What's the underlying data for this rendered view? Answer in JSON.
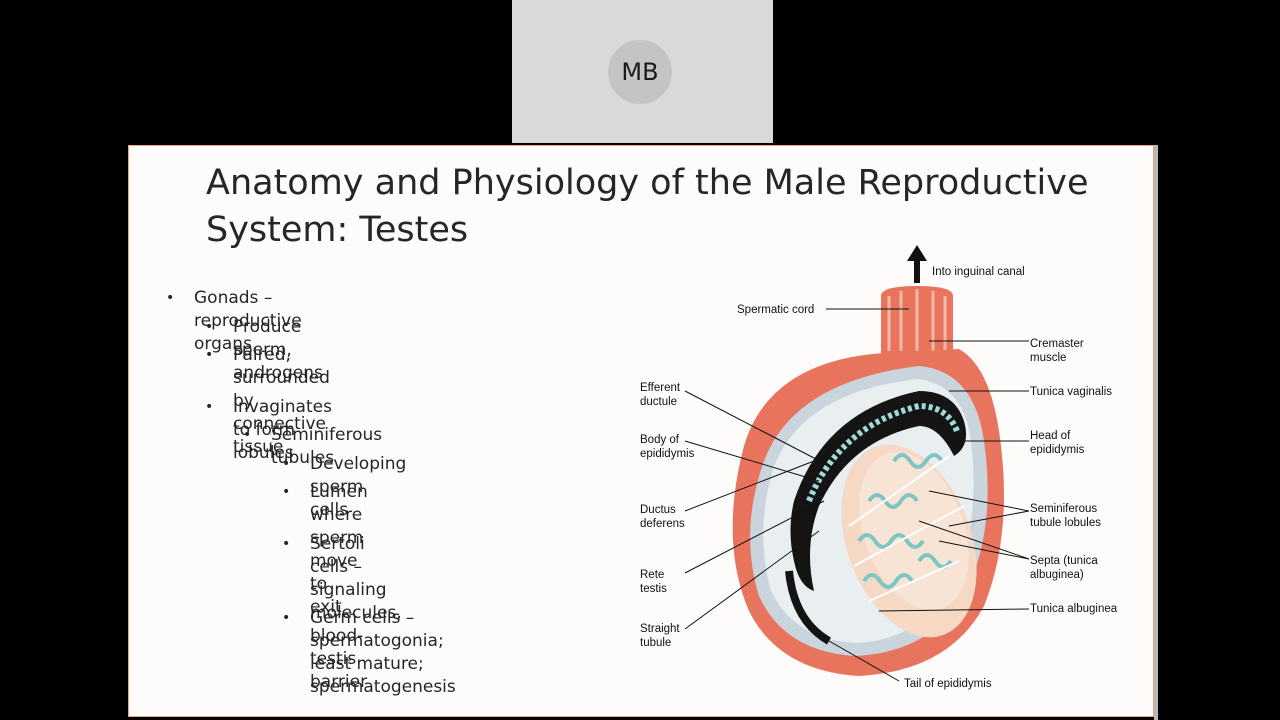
{
  "participant": {
    "initials": "MB"
  },
  "slide": {
    "title_line1": "Anatomy and Physiology of the Male Reproductive",
    "title_line2": "System: Testes",
    "bullets": [
      {
        "level": 1,
        "lines": [
          "Gonads – reproductive organs"
        ]
      },
      {
        "level": 2,
        "lines": [
          "Produce sperm, androgens"
        ]
      },
      {
        "level": 2,
        "lines": [
          "Paired, surrounded by connective",
          "tissue"
        ]
      },
      {
        "level": 2,
        "lines": [
          "Invaginates to form lobules"
        ]
      },
      {
        "level": 3,
        "lines": [
          "Seminiferous tubules"
        ]
      },
      {
        "level": 4,
        "lines": [
          "Developing sperm cells"
        ]
      },
      {
        "level": 4,
        "lines": [
          "Lumen where sperm move to",
          "exit"
        ]
      },
      {
        "level": 4,
        "lines": [
          "Sertoli cells – signaling",
          "molecules, blood-testis",
          "barrier"
        ]
      },
      {
        "level": 4,
        "lines": [
          "Germ cells – spermatogonia;",
          "least mature;",
          "spermatogenesis"
        ]
      }
    ]
  },
  "figure": {
    "labels": {
      "into_inguinal_canal": "Into inguinal canal",
      "spermatic_cord": "Spermatic cord",
      "cremaster_1": "Cremaster",
      "cremaster_2": "muscle",
      "tunica_vaginalis": "Tunica vaginalis",
      "efferent_1": "Efferent",
      "efferent_2": "ductule",
      "head_epi_1": "Head of",
      "head_epi_2": "epididymis",
      "body_epi_1": "Body of",
      "body_epi_2": "epididymis",
      "ductus_1": "Ductus",
      "ductus_2": "deferens",
      "semi_1": "Seminiferous",
      "semi_2": "tubule lobules",
      "septa_1": "Septa (tunica",
      "septa_2": "albuginea)",
      "rete_1": "Rete",
      "rete_2": "testis",
      "tunica_albuginea": "Tunica albuginea",
      "straight_1": "Straight",
      "straight_2": "tubule",
      "tail_epi": "Tail of epididymis"
    }
  }
}
